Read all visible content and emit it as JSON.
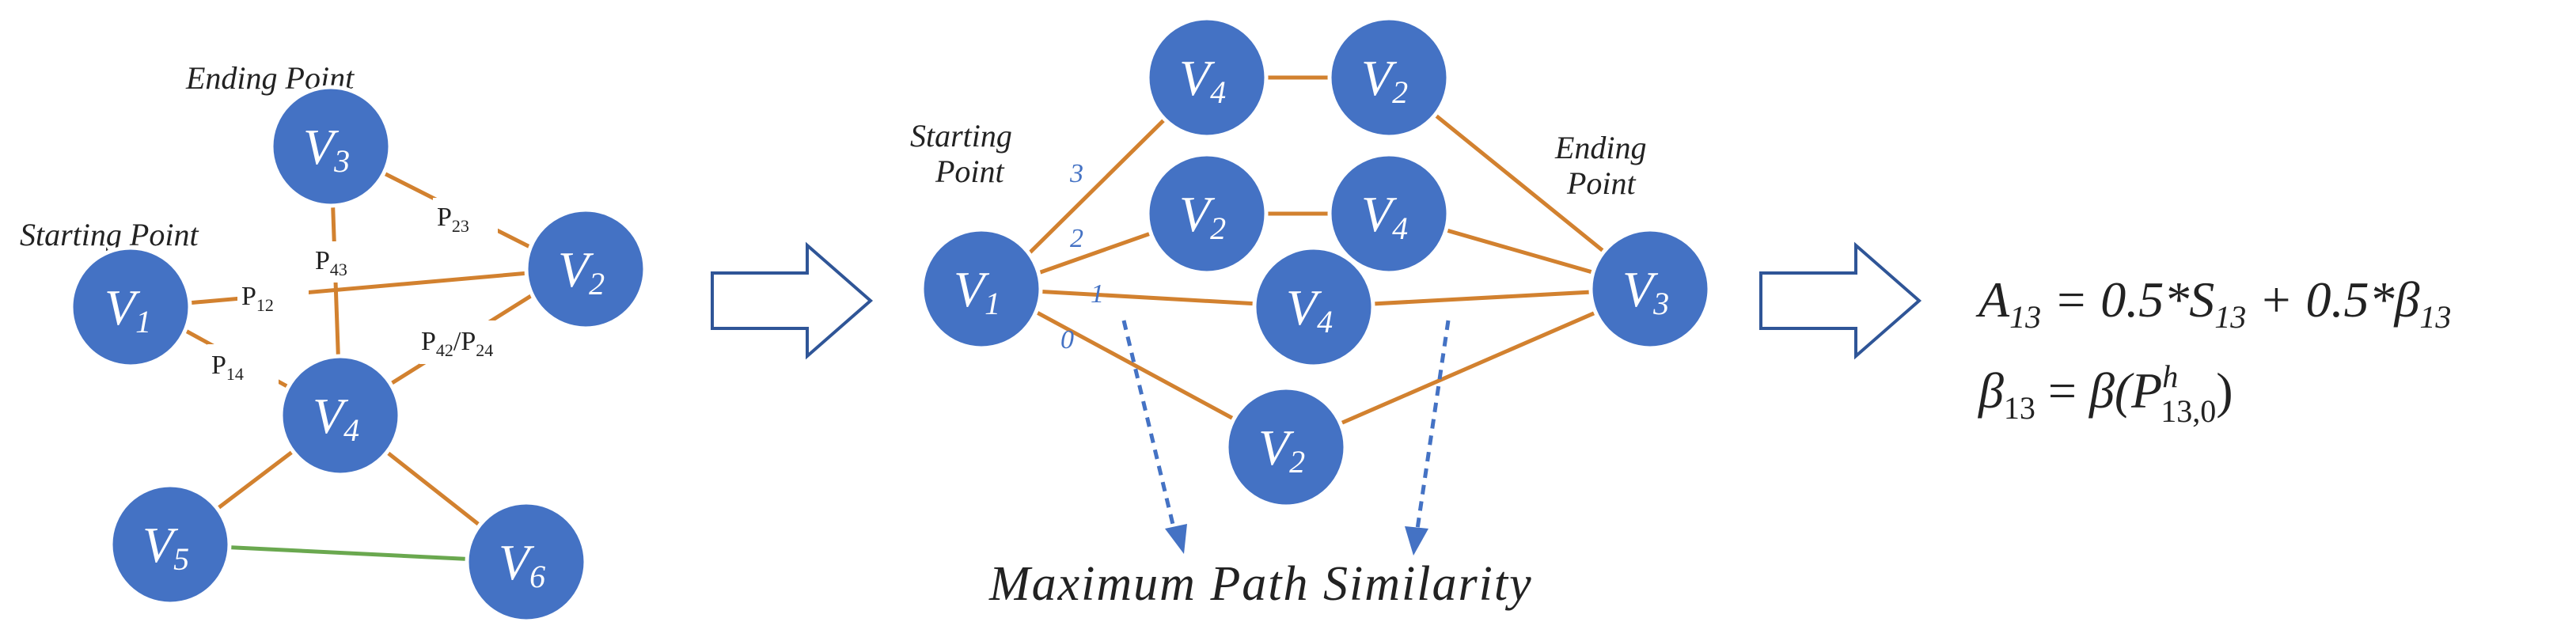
{
  "graph1": {
    "ending_caption": "Ending Point",
    "starting_caption": "Starting Point",
    "nodes": [
      {
        "id": "v1",
        "base": "V",
        "sub": "1"
      },
      {
        "id": "v2",
        "base": "V",
        "sub": "2"
      },
      {
        "id": "v3",
        "base": "V",
        "sub": "3"
      },
      {
        "id": "v4",
        "base": "V",
        "sub": "4"
      },
      {
        "id": "v5",
        "base": "V",
        "sub": "5"
      },
      {
        "id": "v6",
        "base": "V",
        "sub": "6"
      }
    ],
    "edge_labels": [
      {
        "base": "P",
        "sub": "12"
      },
      {
        "base": "P",
        "sub": "14"
      },
      {
        "base": "P",
        "sub": "43"
      },
      {
        "base": "P",
        "sub": "23"
      },
      {
        "base": "P",
        "sub": "42",
        "sep": "/",
        "base2": "P",
        "sub2": "24"
      }
    ]
  },
  "graph2": {
    "starting_caption_line1": "Starting",
    "starting_caption_line2": "Point",
    "ending_caption_line1": "Ending",
    "ending_caption_line2": "Point",
    "nodes": [
      {
        "id": "s",
        "base": "V",
        "sub": "1"
      },
      {
        "id": "a1",
        "base": "V",
        "sub": "4"
      },
      {
        "id": "a2",
        "base": "V",
        "sub": "2"
      },
      {
        "id": "b1",
        "base": "V",
        "sub": "2"
      },
      {
        "id": "b2",
        "base": "V",
        "sub": "4"
      },
      {
        "id": "c1",
        "base": "V",
        "sub": "4"
      },
      {
        "id": "d1",
        "base": "V",
        "sub": "2"
      },
      {
        "id": "e",
        "base": "V",
        "sub": "3"
      }
    ],
    "path_numbers": [
      "3",
      "2",
      "1",
      "0"
    ],
    "bottom_caption": "Maximum Path Similarity"
  },
  "formula": {
    "line1": {
      "A": "A",
      "A_sub": "13",
      "eq": " = 0.5*",
      "S": "S",
      "S_sub": "13",
      "plus": " + 0.5*",
      "beta": "β",
      "beta_sub": "13"
    },
    "line2": {
      "beta": "β",
      "beta_sub": "13",
      "eq": " = ",
      "fn": "β(",
      "P": "P",
      "P_sup": "h",
      "P_sub": "13,0",
      "close": ")"
    }
  }
}
